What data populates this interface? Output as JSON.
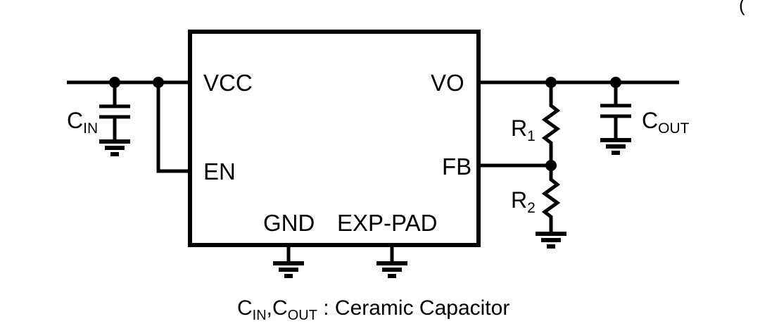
{
  "ic": {
    "pin_vcc": "VCC",
    "pin_vo": "VO",
    "pin_en": "EN",
    "pin_fb": "FB",
    "pin_gnd": "GND",
    "pin_exp_pad": "EXP-PAD"
  },
  "components": {
    "cin_name": "C",
    "cin_sub": "IN",
    "cout_name": "C",
    "cout_sub": "OUT",
    "r1_name": "R",
    "r1_sub": "1",
    "r2_name": "R",
    "r2_sub": "2"
  },
  "caption": {
    "c1": "C",
    "c1_sub": "IN",
    "separator": ",",
    "c2": "C",
    "c2_sub": "OUT",
    "text": " : Ceramic Capacitor"
  },
  "stray_mark": "(",
  "colors": {
    "line": "#000000",
    "background": "#ffffff"
  }
}
